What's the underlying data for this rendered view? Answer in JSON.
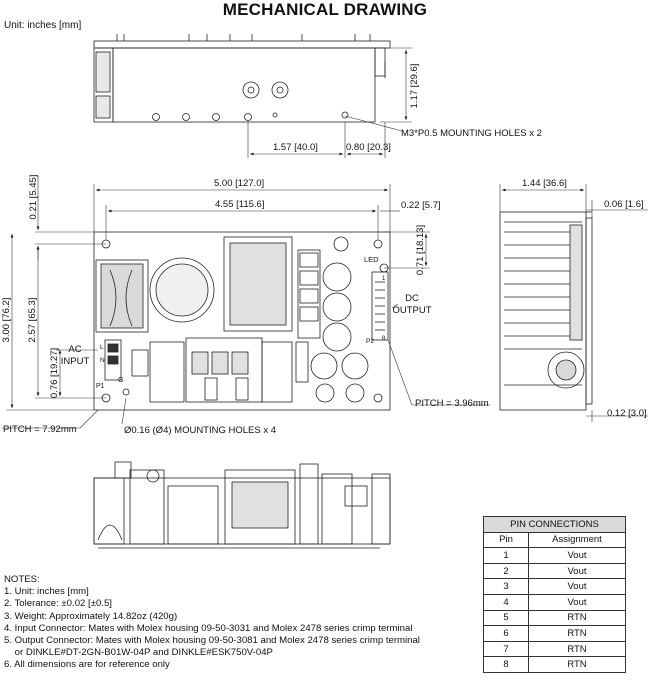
{
  "title": "MECHANICAL DRAWING",
  "unit_label": "Unit: inches [mm]",
  "dimensions": {
    "height_top": "1.17 [29.6]",
    "mount_holes_top": "M3*P0.5 MOUNTING HOLES x 2",
    "d157": "1.57 [40.0]",
    "d080": "0.80 [20.3]",
    "d500": "5.00 [127.0]",
    "d455": "4.55 [115.6]",
    "d022": "0.22 [5.7]",
    "d021": "0.21 [5.45]",
    "d300": "3.00 [76.2]",
    "d257": "2.57 [65.3]",
    "d076": "0.76 [19.27]",
    "d071": "0.71 [18.13]",
    "d144": "1.44 [36.6]",
    "d006": "0.06 [1.6]",
    "d012": "0.12 [3.0]",
    "pitch_left": "PITCH = 7.92mm",
    "pitch_right": "PITCH = 3.96mm",
    "mount_holes_main": "Ø0.16 (Ø4) MOUNTING HOLES x 4"
  },
  "labels": {
    "ac_input_1": "AC",
    "ac_input_2": "INPUT",
    "dc_output_1": "DC",
    "dc_output_2": "OUTPUT",
    "led": "LED",
    "p1": "P1",
    "p2": "P2",
    "g": "G",
    "l": "L",
    "n": "N",
    "pin1": "1",
    "pin8": "8"
  },
  "notes": {
    "heading": "NOTES:",
    "items": [
      "1. Unit: inches [mm]",
      "2. Tolerance: ±0.02 [±0.5]",
      "3. Weight: Approximately 14.82oz (420g)",
      "4. Input Connector: Mates with Molex housing 09-50-3031 and Molex 2478 series crimp terminal",
      "5. Output Connector: Mates with Molex housing 09-50-3081 and Molex 2478 series crimp terminal",
      "    or DINKLE#DT-2GN-B01W-04P and DINKLE#ESK750V-04P",
      "6. All dimensions are for reference only"
    ]
  },
  "pin_table": {
    "caption": "PIN CONNECTIONS",
    "headers": [
      "Pin",
      "Assignment"
    ],
    "rows": [
      [
        "1",
        "Vout"
      ],
      [
        "2",
        "Vout"
      ],
      [
        "3",
        "Vout"
      ],
      [
        "4",
        "Vout"
      ],
      [
        "5",
        "RTN"
      ],
      [
        "6",
        "RTN"
      ],
      [
        "7",
        "RTN"
      ],
      [
        "8",
        "RTN"
      ]
    ]
  }
}
